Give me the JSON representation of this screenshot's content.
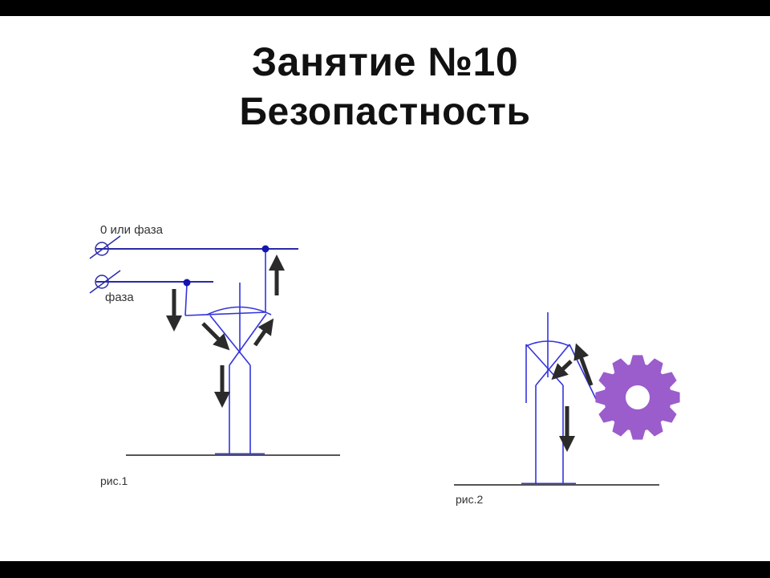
{
  "slide": {
    "title_line1": "Занятие №10",
    "title_line2": "Безопастность"
  },
  "figure1": {
    "wire_top_label": "0 или фаза",
    "wire_bottom_label": "фаза",
    "caption": "рис.1"
  },
  "figure2": {
    "caption": "рис.2"
  },
  "colors": {
    "wire": "#2a2aa8",
    "figure": "#3333dd",
    "node": "#1515b0",
    "arrow": "#2b2b2b",
    "ground": "#555555",
    "gear": "#9b5ccc"
  }
}
